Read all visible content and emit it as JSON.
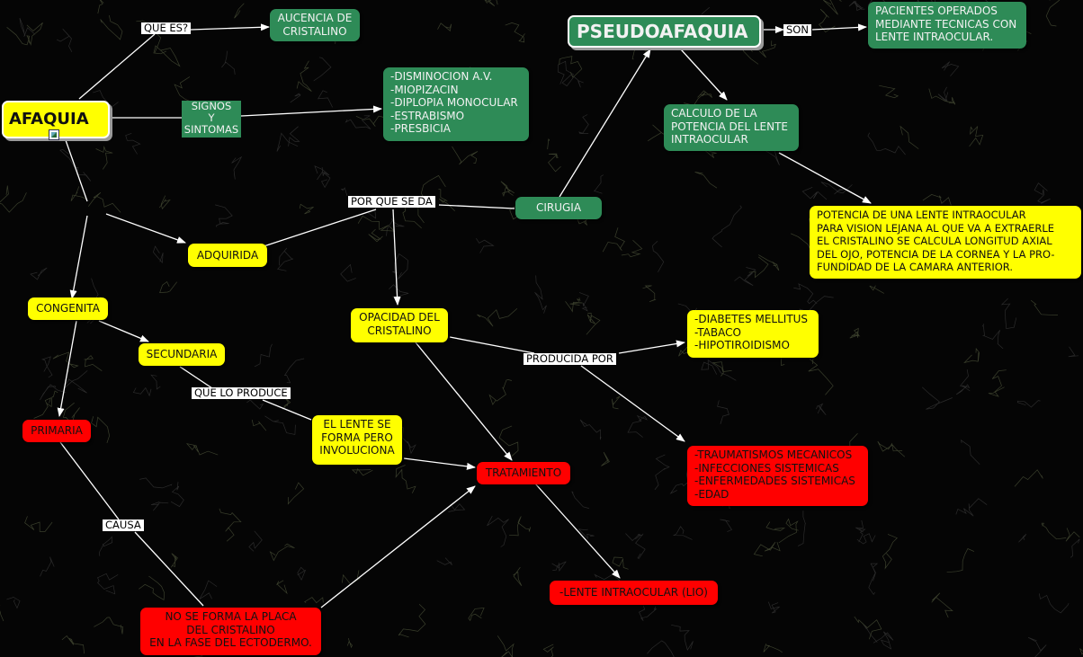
{
  "nodes": {
    "afaquia": "AFAQUIA",
    "pseudoafaquia": "PSEUDOAFAQUIA",
    "ausencia": "AUCENCIA DE\nCRISTALINO",
    "sintomas_list": "-DISMINOCION A.V.\n-MIOPIZACIN\n-DIPLOPIA MONOCULAR\n-ESTRABISMO\n-PRESBICIA",
    "pacientes": "PACIENTES OPERADOS\nMEDIANTE TECNICAS CON\nLENTE INTRAOCULAR.",
    "calculo": "CALCULO DE LA\nPOTENCIA DEL LENTE\nINTRAOCULAR",
    "potencia": "POTENCIA DE UNA LENTE INTRAOCULAR\nPARA VISION LEJANA AL QUE VA A EXTRAERLE\nEL CRISTALINO SE CALCULA LONGITUD AXIAL\nDEL OJO, POTENCIA DE LA CORNEA Y LA PRO-\nFUNDIDAD DE LA CAMARA ANTERIOR.",
    "cirugia": "CIRUGIA",
    "adquirida": "ADQUIRIDA",
    "congenita": "CONGENITA",
    "secundaria": "SECUNDARIA",
    "primaria": "PRIMARIA",
    "opacidad": "OPACIDAD DEL\nCRISTALINO",
    "lente_forma": "EL LENTE SE\nFORMA PERO\nINVOLUCIONA",
    "tratamiento": "TRATAMIENTO",
    "causas_med": "-DIABETES MELLITUS\n-TABACO\n-HIPOTIROIDISMO",
    "causas_red": "-TRAUMATISMOS MECANICOS\n-INFECCIONES SISTEMICAS\n-ENFERMEDADES SISTEMICAS\n-EDAD",
    "lio": "-LENTE INTRAOCULAR (LIO)",
    "placa": "NO SE FORMA LA PLACA\nDEL CRISTALINO\nEN LA FASE DEL ECTODERMO."
  },
  "labels": {
    "que_es": "QUE ES?",
    "signos": "SIGNOS\nY\nSINTOMAS",
    "son": "SON",
    "por_que": "POR QUE SE DA",
    "producida": "PRODUCIDA POR",
    "que_lo_produce": "QUE LO PRODUCE",
    "causa": "CAUSA"
  },
  "colors": {
    "green": "#2e8b57",
    "yellow": "#ffff00",
    "red": "#ff0000",
    "background": "#050505",
    "connector": "#ffffff"
  }
}
